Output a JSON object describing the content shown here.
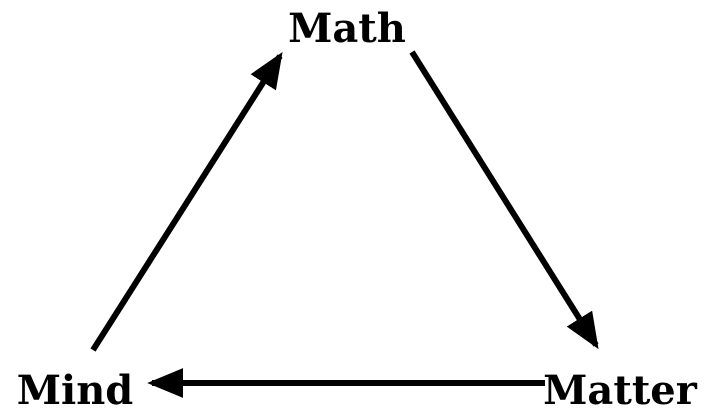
{
  "diagram": {
    "nodes": {
      "math": "Math",
      "matter": "Matter",
      "mind": "Mind"
    },
    "edges": [
      {
        "from": "Math",
        "to": "Matter"
      },
      {
        "from": "Matter",
        "to": "Mind"
      },
      {
        "from": "Mind",
        "to": "Math"
      }
    ],
    "colors": {
      "background": "#ffffff",
      "ink": "#000000"
    }
  }
}
